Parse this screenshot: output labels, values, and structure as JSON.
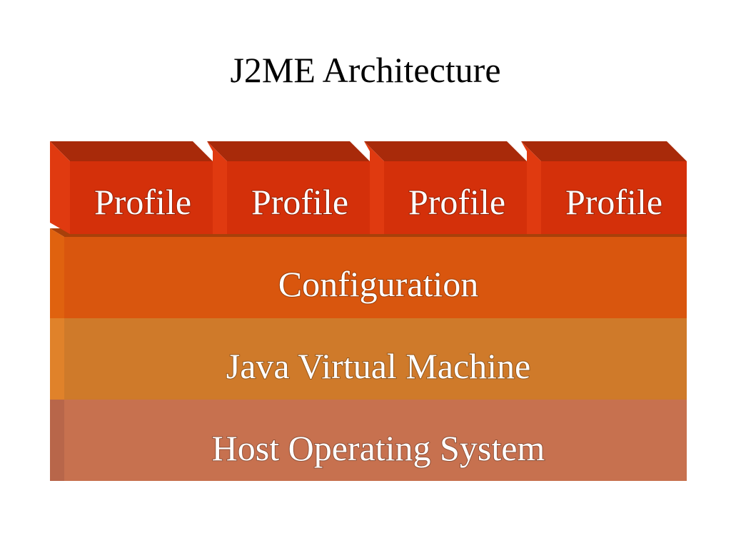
{
  "title": "J2ME Architecture",
  "layers": {
    "profiles": [
      "Profile",
      "Profile",
      "Profile",
      "Profile"
    ],
    "configuration": "Configuration",
    "jvm": "Java Virtual Machine",
    "host_os": "Host Operating System"
  },
  "colors": {
    "profile": "#d4300a",
    "configuration": "#d9560e",
    "jvm": "#cf7a2a",
    "host_os": "#c7714f"
  }
}
